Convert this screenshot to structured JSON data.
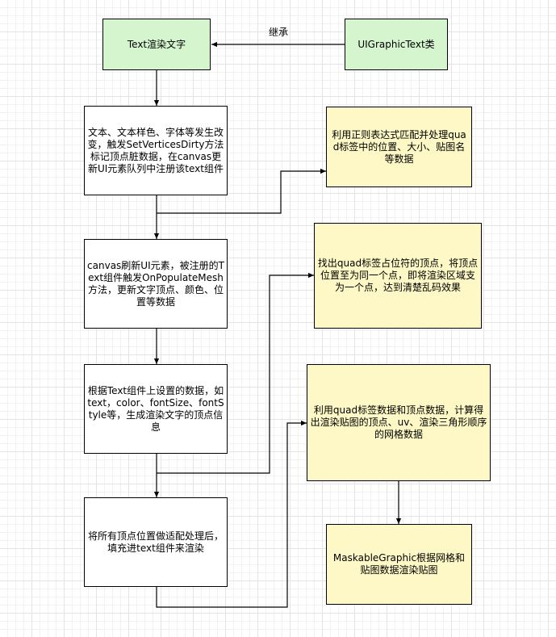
{
  "nodes": {
    "text_render": "Text渲染文字",
    "ui_graphic_text": "UIGraphicText类",
    "step1": "文本、文本样色、字体等发生改变，触发SetVerticesDirty方法标记顶点脏数据，在canvas更新UI元素队列中注册该text组件",
    "step2": "canvas刷新UI元素，被注册的Text组件触发OnPopulateMesh方法，更新文字顶点、颜色、位置等数据",
    "step3": "根据Text组件上设置的数据，如text，color、fontSize、fontStyle等，生成渲染文字的顶点信息",
    "step4": "将所有顶点位置做适配处理后，填充进text组件来渲染",
    "quad1": "利用正则表达式匹配并处理quad标签中的位置、大小、贴图名等数据",
    "quad2": "找出quad标签占位符的顶点，将顶点位置至为同一个点，即将渲染区域支为一个点，达到清楚乱码效果",
    "quad3": "利用quad标签数据和顶点数据，计算得出渲染贴图的顶点、uv、渲染三角形顺序的网格数据",
    "maskable": "MaskableGraphic根据网格和贴图数据渲染贴图"
  },
  "edges": {
    "inherit_label": "继承"
  },
  "colors": {
    "green": "#d5f5cf",
    "yellow": "#fdf8c5",
    "line": "#000000"
  }
}
